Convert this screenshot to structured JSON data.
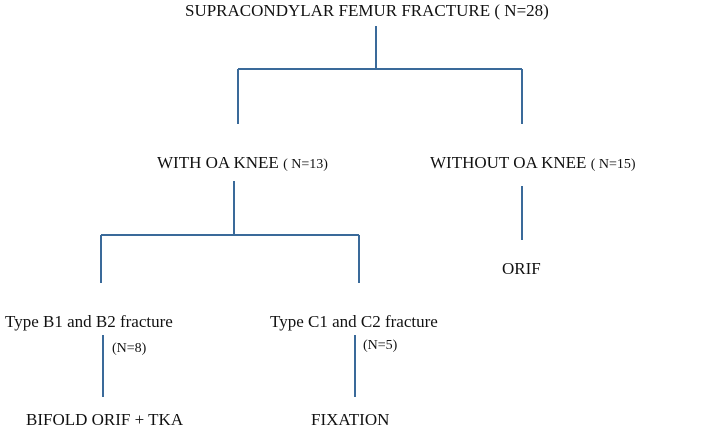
{
  "diagram": {
    "line_color": "#3a6a9a",
    "text_color": "#111111",
    "root": {
      "label": "SUPRACONDYLAR FEMUR FRACTURE",
      "count": "( N=28)"
    },
    "with_oa": {
      "label": "WITH OA KNEE",
      "count": "( N=13)"
    },
    "without_oa": {
      "label": "WITHOUT OA KNEE",
      "count": "( N=15)"
    },
    "orif": {
      "label": "ORIF"
    },
    "type_b": {
      "label": "Type B1 and B2 fracture",
      "count": "(N=8)"
    },
    "type_c": {
      "label": "Type C1 and C2 fracture",
      "count": "(N=5)"
    },
    "bifold": {
      "label": "BIFOLD ORIF + TKA"
    },
    "fixation": {
      "label": "FIXATION"
    }
  }
}
